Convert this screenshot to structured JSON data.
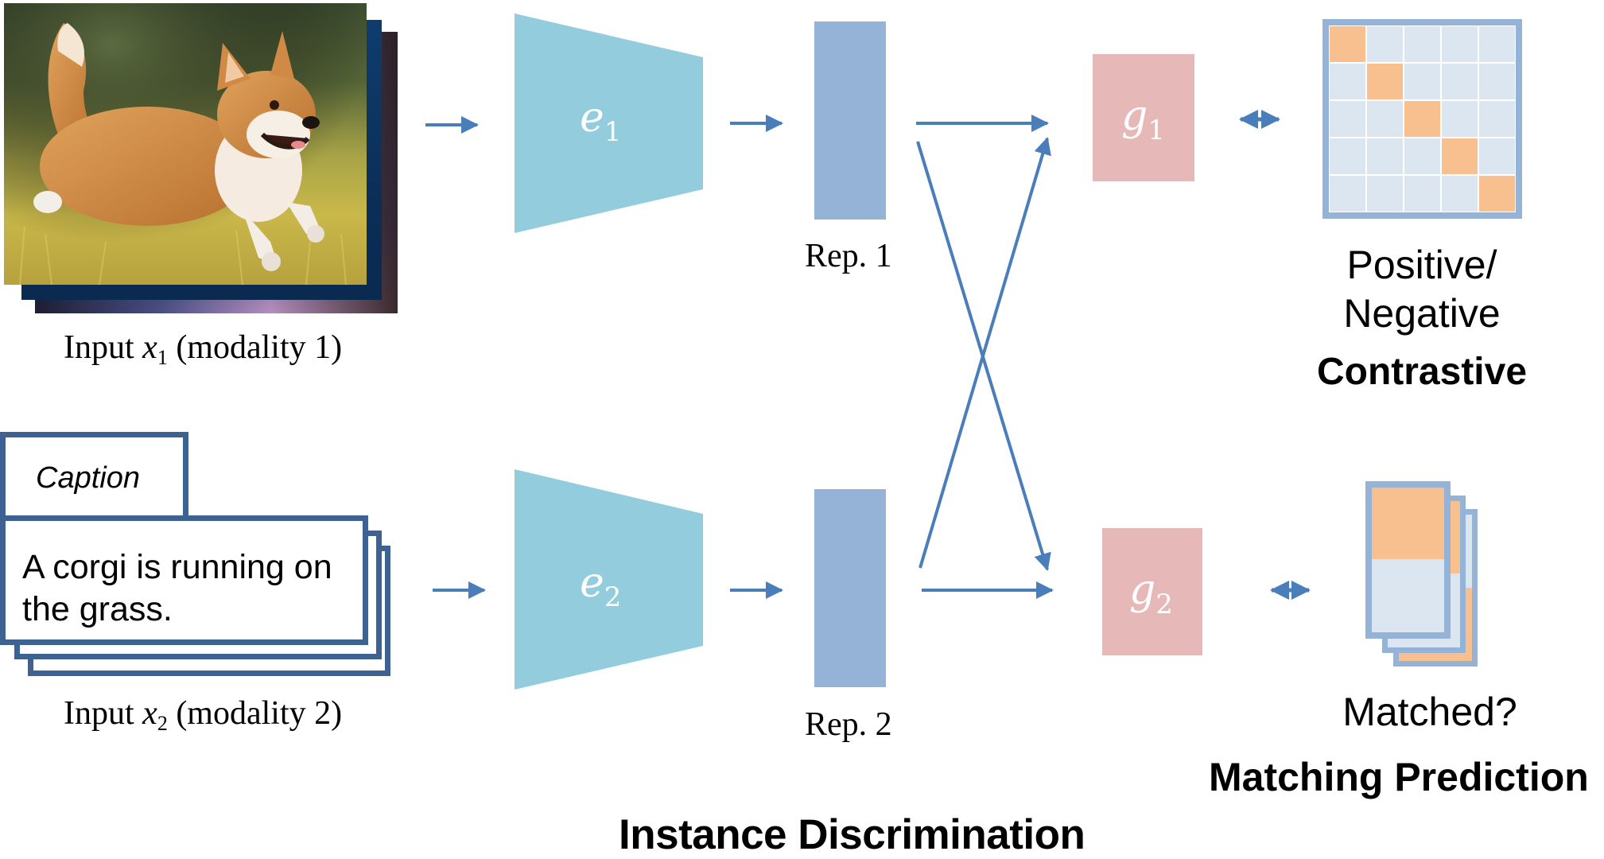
{
  "colors": {
    "arrow": "#4a7ebb",
    "encoder": "#93ccdd",
    "representation": "#95b3d7",
    "projection": "#e6b8b7",
    "caption_border": "#3d6190",
    "positive_cell": "#f9c08f",
    "negative_cell": "#dce6f1",
    "matrix_border": "#95b3d7",
    "label_on_shape": "#ffffff",
    "text": "#000000"
  },
  "inputs": {
    "modality1": {
      "image_alt": "Photo of a corgi running on grass (stack of images)",
      "label_prefix": "Input ",
      "label_var": "x",
      "label_sub": "1",
      "label_suffix": " (modality 1)"
    },
    "modality2": {
      "caption_tab": "Caption",
      "caption_text": "A corgi is running on the grass.",
      "label_prefix": "Input ",
      "label_var": "x",
      "label_sub": "2",
      "label_suffix": " (modality 2)"
    }
  },
  "encoders": [
    {
      "symbol": "e",
      "sub": "1"
    },
    {
      "symbol": "e",
      "sub": "2"
    }
  ],
  "representations": [
    {
      "label": "Rep. 1"
    },
    {
      "label": "Rep. 2"
    }
  ],
  "projection_heads": [
    {
      "symbol": "g",
      "sub": "1"
    },
    {
      "symbol": "g",
      "sub": "2"
    }
  ],
  "outputs": {
    "contrastive": {
      "matrix_size": 5,
      "positive_cells": "diagonal",
      "line1": "Positive/",
      "line2": "Negative",
      "title": "Contrastive"
    },
    "matching": {
      "cards": [
        {
          "positive_fraction_top": 0.45
        },
        {
          "positive_fraction_top": 0.45
        },
        {
          "positive_fraction_bottom": 0.5
        }
      ],
      "question": "Matched?",
      "title": "Matching Prediction"
    }
  },
  "footer": {
    "title": "Instance Discrimination"
  }
}
